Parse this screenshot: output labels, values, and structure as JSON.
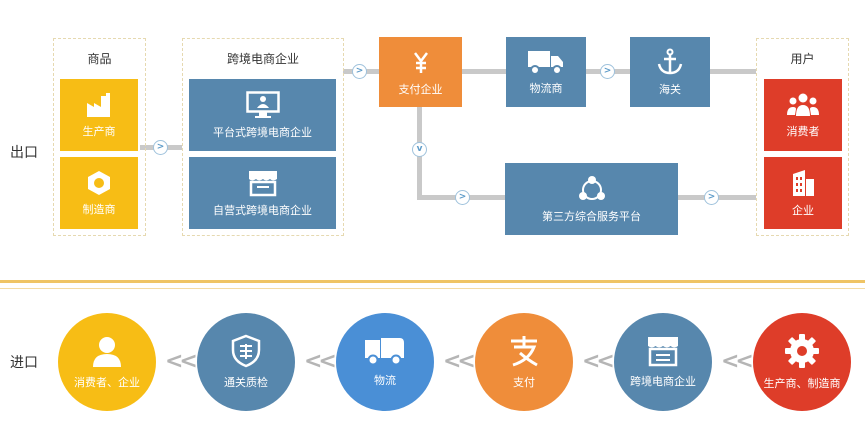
{
  "export": {
    "row_label": "出口",
    "groups": {
      "products": "商品",
      "ecommerce": "跨境电商企业",
      "users": "用户"
    },
    "nodes": {
      "producer": "生产商",
      "manufacturer": "制造商",
      "platform_ecommerce": "平台式跨境电商企业",
      "self_run_ecommerce": "自营式跨境电商企业",
      "payment": "支付企业",
      "logistics": "物流商",
      "customs": "海关",
      "third_party": "第三方综合服务平台",
      "consumer": "消费者",
      "enterprise": "企业"
    }
  },
  "import": {
    "row_label": "进口",
    "steps": [
      {
        "label": "消费者、企业",
        "icon": "person-icon",
        "color": "#f7bd15"
      },
      {
        "label": "通关质检",
        "icon": "shield-icon",
        "color": "#5787ad"
      },
      {
        "label": "物流",
        "icon": "truck-icon",
        "color": "#4a8fd6"
      },
      {
        "label": "支付",
        "icon": "alipay-icon",
        "color": "#ef8d3a"
      },
      {
        "label": "跨境电商企业",
        "icon": "store-icon",
        "color": "#5787ad"
      },
      {
        "label": "生产商、制造商",
        "icon": "gear-icon",
        "color": "#de3d29"
      }
    ]
  },
  "colors": {
    "yellow": "#f7bd15",
    "blue": "#5787ad",
    "orange": "#ef8d3a",
    "red": "#de3d29",
    "divider": "#efc465"
  }
}
